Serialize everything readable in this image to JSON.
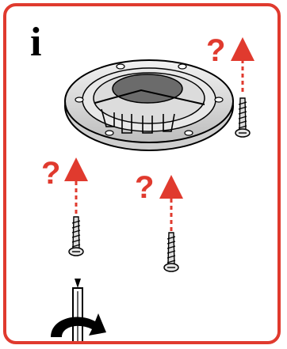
{
  "info_letter": "i",
  "question_marks": [
    "?",
    "?",
    "?"
  ],
  "colors": {
    "frame": "#e03a2e",
    "accent_red": "#e03a2e",
    "ink": "#000000",
    "metal": "#d9d9d9",
    "dark_disc": "#6b6b6b"
  },
  "icons": [
    "hatch-cover",
    "screw",
    "screwdriver",
    "rotation-arrow",
    "removal-arrow"
  ]
}
